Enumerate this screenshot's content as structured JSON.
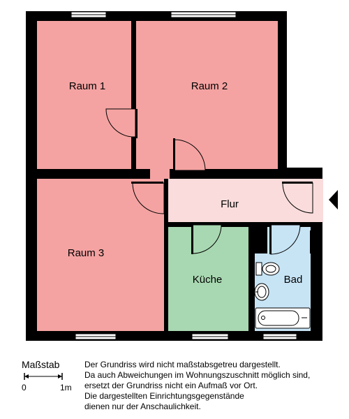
{
  "rooms": {
    "raum1": "Raum 1",
    "raum2": "Raum 2",
    "raum3": "Raum 3",
    "flur": "Flur",
    "kueche": "Küche",
    "bad": "Bad"
  },
  "entrance_icon": "entrance-arrow-icon",
  "colors": {
    "living_room": "#f4a3a2",
    "hallway": "#fadcdc",
    "kitchen": "#a8d8b1",
    "bathroom": "#c7e4f5",
    "wall": "#000000"
  },
  "legend": {
    "scale_title": "Maßstab",
    "scale_zero": "0",
    "scale_one": "1m",
    "disclaimer": [
      "Der Grundriss wird nicht maßstabsgetreu dargestellt.",
      "Da auch Abweichungen im Wohnungszuschnitt möglich sind,",
      "ersetzt der Grundriss nicht ein Aufmaß vor Ort.",
      "Die dargestellten Einrichtungsgegenstände",
      "dienen nur der Anschaulichkeit."
    ]
  }
}
